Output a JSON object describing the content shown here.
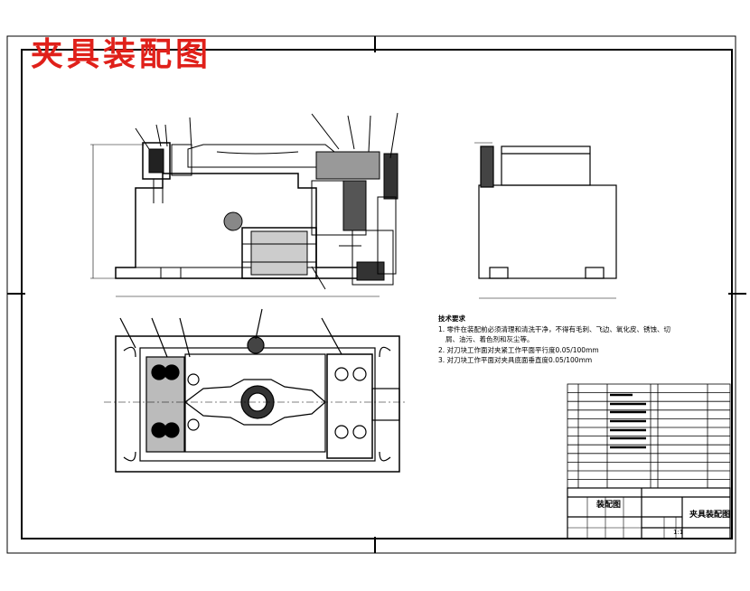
{
  "title": "夹具装配图",
  "colors": {
    "title": "#e0201a",
    "line": "#000000",
    "paper": "#ffffff"
  },
  "technical_requirements": {
    "heading": "技术要求",
    "items": [
      "1. 零件在装配前必须清理和清洗干净，不得有毛刺、飞边、氧化皮、锈蚀、切",
      "屑、油污、着色剂和灰尘等。",
      "2. 对刀块工作面对夹紧工作平面平行度0.05/100mm",
      "3. 对刀块工作平面对夹具底面垂直度0.05/100mm"
    ]
  },
  "title_block": {
    "drawing_name": "夹具装配图",
    "material_field": "装配图",
    "scale": "1:1"
  },
  "bom_rows": 12
}
